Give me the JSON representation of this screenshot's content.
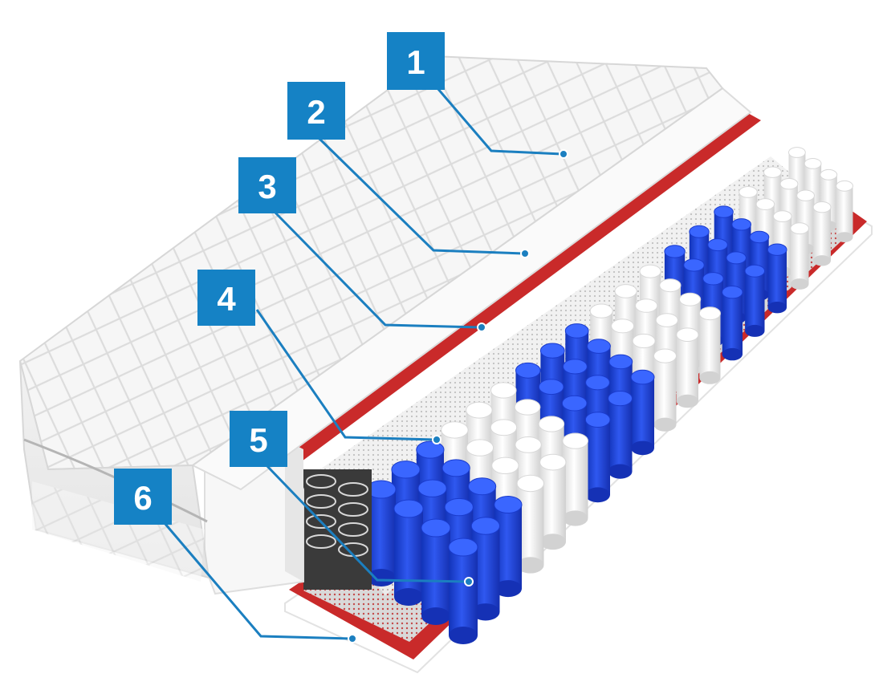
{
  "colors": {
    "badge": "#1582c5",
    "leader": "#1b7fc0",
    "base_red": "#c92a2a",
    "pocket_blue": "#1c3fd6",
    "pocket_white": "#ffffff",
    "foam_white": "#f4f4f4"
  },
  "callouts": [
    {
      "number": "1"
    },
    {
      "number": "2"
    },
    {
      "number": "3"
    },
    {
      "number": "4"
    },
    {
      "number": "5"
    },
    {
      "number": "6"
    }
  ]
}
